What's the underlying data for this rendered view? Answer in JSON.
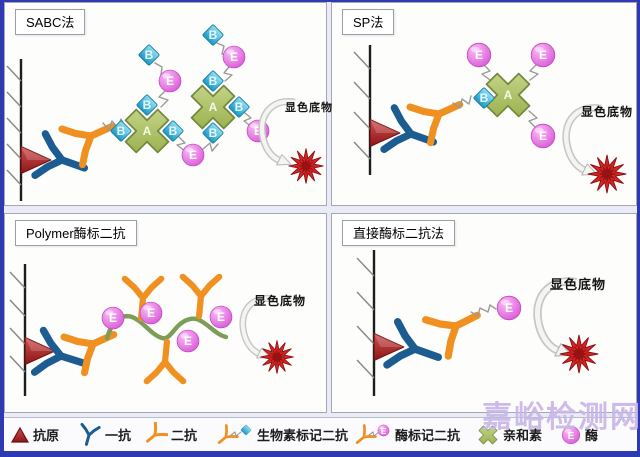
{
  "panels": [
    {
      "title": "SABC法",
      "substrate_label": "显色底物"
    },
    {
      "title": "SP法",
      "substrate_label": "显色底物"
    },
    {
      "title": "Polymer酶标二抗",
      "substrate_label": "显色底物"
    },
    {
      "title": "直接酶标二抗法",
      "substrate_label": "显色底物"
    }
  ],
  "glyphs": {
    "avidin": "A",
    "biotin": "B",
    "enzyme": "E"
  },
  "legend": {
    "items": [
      {
        "label": "抗原",
        "icon": "antigen-triangle"
      },
      {
        "label": "一抗",
        "icon": "primary-antibody"
      },
      {
        "label": "二抗",
        "icon": "secondary-antibody"
      },
      {
        "label": "生物素标记二抗",
        "icon": "biotin-labeled-secondary-antibody"
      },
      {
        "label": "酶标记二抗",
        "icon": "enzyme-labeled-secondary-antibody"
      },
      {
        "label": "亲和素",
        "icon": "avidin-cross"
      },
      {
        "label": "酶",
        "icon": "enzyme-sphere"
      }
    ]
  },
  "watermark": "嘉峪检测网",
  "colors": {
    "frame": "#2e39b2",
    "panel_background": "#fdfdfc",
    "antigen": "#a81f1f",
    "primary_antibody": "#1d5c91",
    "secondary_antibody": "#ef9020",
    "avidin": "#a3bc55",
    "biotin": "#2ba5cf",
    "enzyme": "#e163dd",
    "polymer_chain": "#7c9c58",
    "substrate_burst": "#d32626",
    "arrow": "#f4f4f2",
    "watermark": "#c9b7e8"
  }
}
